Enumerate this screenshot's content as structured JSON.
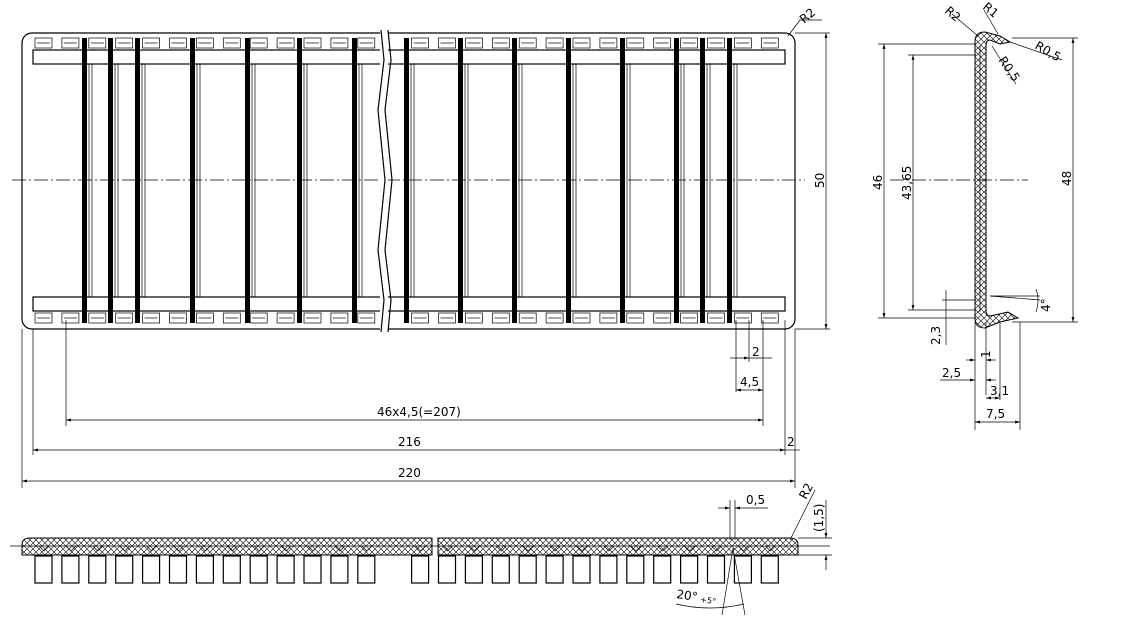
{
  "front_view": {
    "corner_radius_label": "R2",
    "height_label": "50",
    "pitch_small_label": "2",
    "pitch_label": "4,5",
    "pattern_label": "46x4,5(=207)",
    "inner_length_label": "216",
    "edge_offset_label": "2",
    "total_length_label": "220"
  },
  "side_view": {
    "outer_radius_label": "R2",
    "inner_radius_label": "R1",
    "lip_radius_top_label": "R0,5",
    "lip_radius_inner_label": "R0,5",
    "height_46_label": "46",
    "height_4365_label": "43,65",
    "height_48_label": "48",
    "angle_label": "4°",
    "dim_23_label": "2,3",
    "dim_1_label": "1",
    "dim_25_label": "2,5",
    "dim_31_label": "3,1",
    "dim_75_label": "7,5"
  },
  "bottom_view": {
    "gap_label": "0,5",
    "radius_label": "R2",
    "thickness_label": "(1,5)",
    "angle_label": "20°",
    "angle_tolerance_label": "+5°"
  }
}
